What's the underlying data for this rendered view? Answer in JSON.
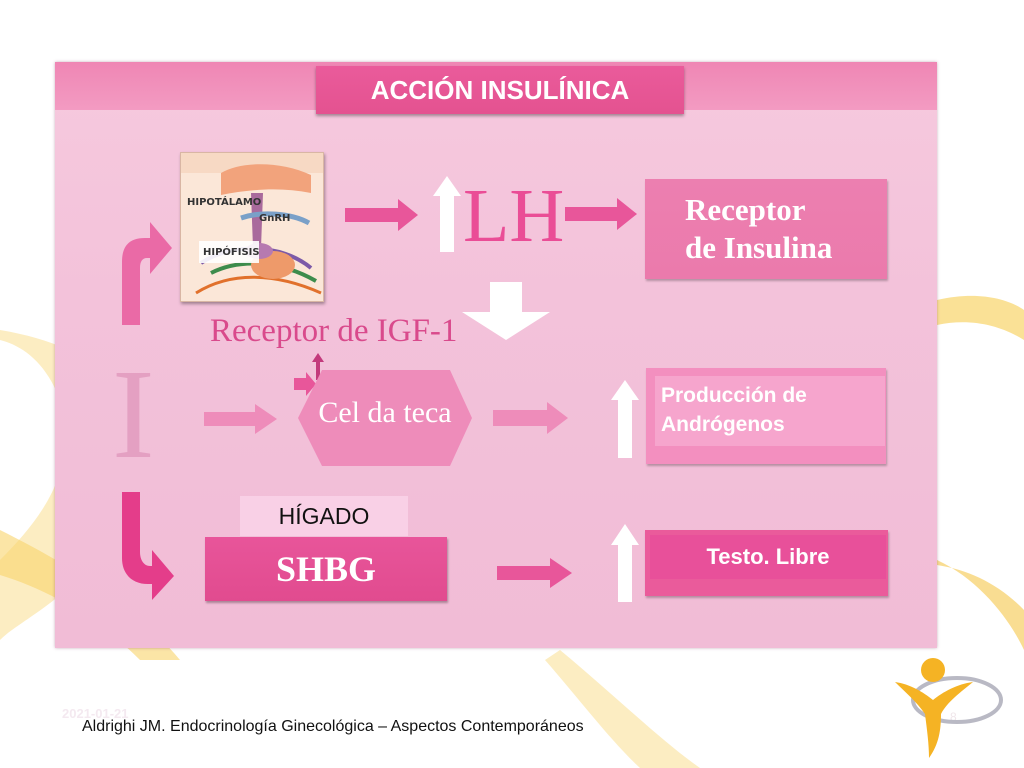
{
  "title": "ACCIÓN INSULÍNICA",
  "hypothalamus_image": {
    "label_hipotalamo": "HIPOTÁLAMO",
    "label_gnrh": "GnRH",
    "label_hipofisis": "HIPÓFISIS"
  },
  "lh_label": "LH",
  "receptor_insulina": [
    "Receptor",
    "de Insulina"
  ],
  "receptor_igf": "Receptor de IGF-1",
  "insulin_symbol": "I",
  "cel_teca": "Cel da teca",
  "produccion": [
    "Producción de",
    "Andrógenos"
  ],
  "higado": "HÍGADO",
  "shbg": "SHBG",
  "testo_libre": "Testo. Libre",
  "footer": {
    "reference": "Aldrighi JM. Endocrinología Ginecológica – Aspectos Contemporáneos",
    "date": "2021-01-21",
    "page": "8"
  },
  "colors": {
    "accent": "#ea5b9b",
    "arrow": "#e8569a",
    "panel": "#f3c2da",
    "logo": "#f5b324"
  }
}
